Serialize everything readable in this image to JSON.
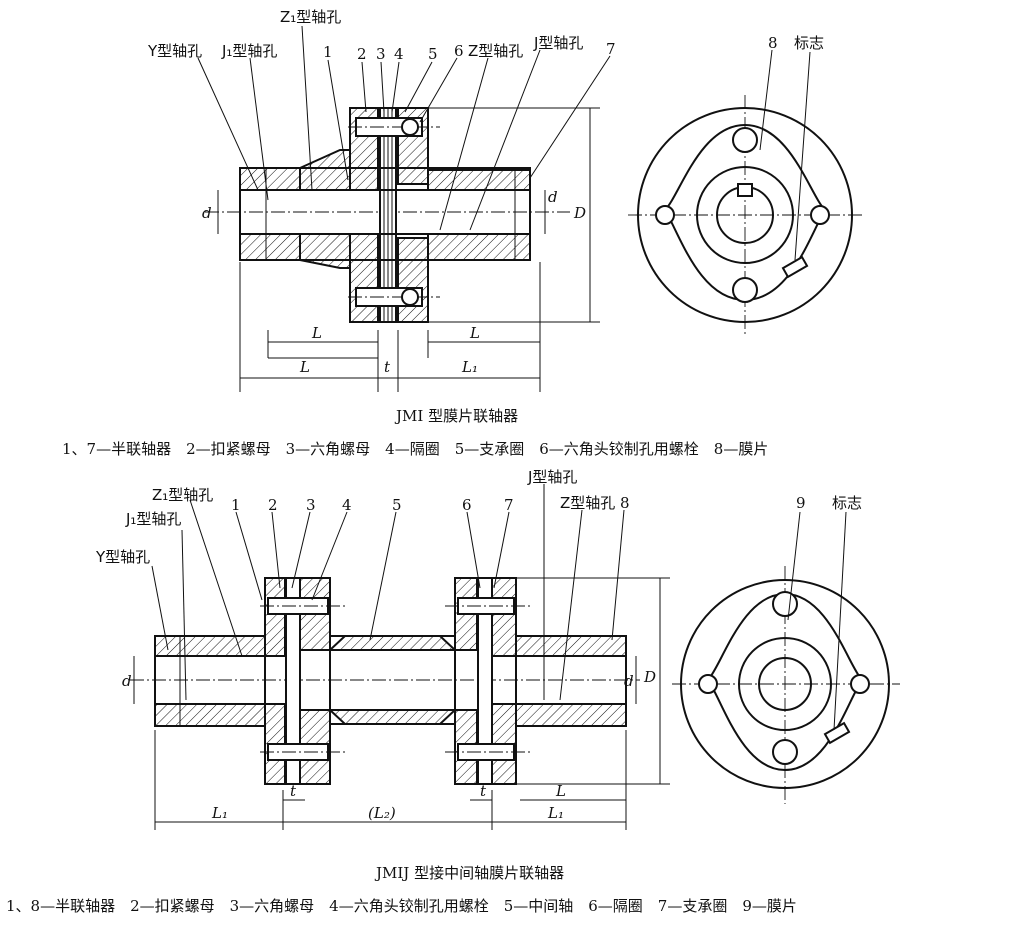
{
  "top": {
    "title": "JMI 型膜片联轴器",
    "legend": "1、7—半联轴器　2—扣紧螺母　3—六角螺母　4—隔圈　5—支承圈　6—六角头铰制孔用螺栓　8—膜片",
    "bore_labels": [
      "Y型轴孔",
      "J₁型轴孔",
      "Z₁型轴孔",
      "Z型轴孔",
      "J型轴孔"
    ],
    "part_numbers": [
      "1",
      "2",
      "3",
      "4",
      "5",
      "6",
      "7",
      "8"
    ],
    "mark_label": "标志",
    "dims": [
      "d",
      "d",
      "D",
      "L",
      "L",
      "L",
      "t",
      "L₁"
    ]
  },
  "bottom": {
    "title": "JMIJ 型接中间轴膜片联轴器",
    "legend": "1、8—半联轴器　2—扣紧螺母　3—六角螺母　4—六角头铰制孔用螺栓　5—中间轴　6—隔圈　7—支承圈　9—膜片",
    "bore_labels": [
      "Z₁型轴孔",
      "J₁型轴孔",
      "Y型轴孔",
      "J型轴孔",
      "Z型轴孔"
    ],
    "part_numbers": [
      "1",
      "2",
      "3",
      "4",
      "5",
      "6",
      "7",
      "8",
      "9"
    ],
    "mark_label": "标志",
    "dims": [
      "d",
      "d",
      "D",
      "L₁",
      "(L₂)",
      "L₁",
      "L",
      "t",
      "t"
    ]
  }
}
